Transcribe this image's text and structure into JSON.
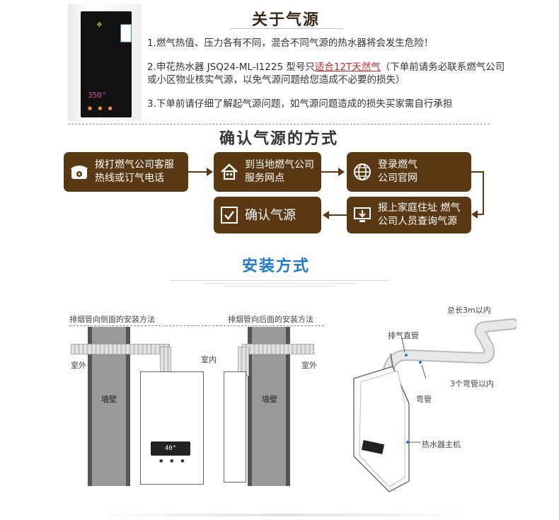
{
  "about": {
    "title": "关于气源",
    "line1": "1.燃气热值、压力各有不同，混合不同气源的热水器将会发生危险！",
    "line2_pre": "2.申花热水器 JSQ24-ML-I1225 型号只",
    "line2_hl": "适合12T天然气",
    "line2_post": "（下单前请务必联系燃气公司",
    "line2_b": "或小区物业核实气源，以免气源问题给您造成不必要的损失）",
    "line3": "3.下单前请仔细了解起气源问题，如气源问题造成的损失买家需自行承担",
    "display": "350°"
  },
  "confirm": {
    "title": "确认气源的方式",
    "steps": [
      {
        "line1": "拨打燃气公司客服",
        "line2": "热线或订气电话",
        "icon": "telephone-icon"
      },
      {
        "line1": "到当地燃气公司",
        "line2": "服务网点",
        "icon": "house-icon"
      },
      {
        "line1": "登录燃气",
        "line2": "公司官网",
        "icon": "globe-icon"
      },
      {
        "line1": "报上家庭住址  燃气",
        "line2": "公司人员查询气源",
        "icon": "computer-icon"
      },
      {
        "line1": "确认气源",
        "line2": "",
        "icon": "checkbox-icon"
      }
    ],
    "accent": "#5a3813"
  },
  "install": {
    "title": "安装方式",
    "side": {
      "caption": "排烟管向侧面的安装方法",
      "outdoor": "室外",
      "wall": "墙壁"
    },
    "back": {
      "caption": "排烟管向后面的安装方法",
      "indoor": "室内",
      "outdoor": "室外",
      "wall": "墙壁"
    },
    "detail": {
      "total": "总长3m以内",
      "exhaust": "排气直管",
      "elbow": "弯管",
      "elbows": "3个弯管以内",
      "main": "热水器主机"
    },
    "display": "40°"
  }
}
